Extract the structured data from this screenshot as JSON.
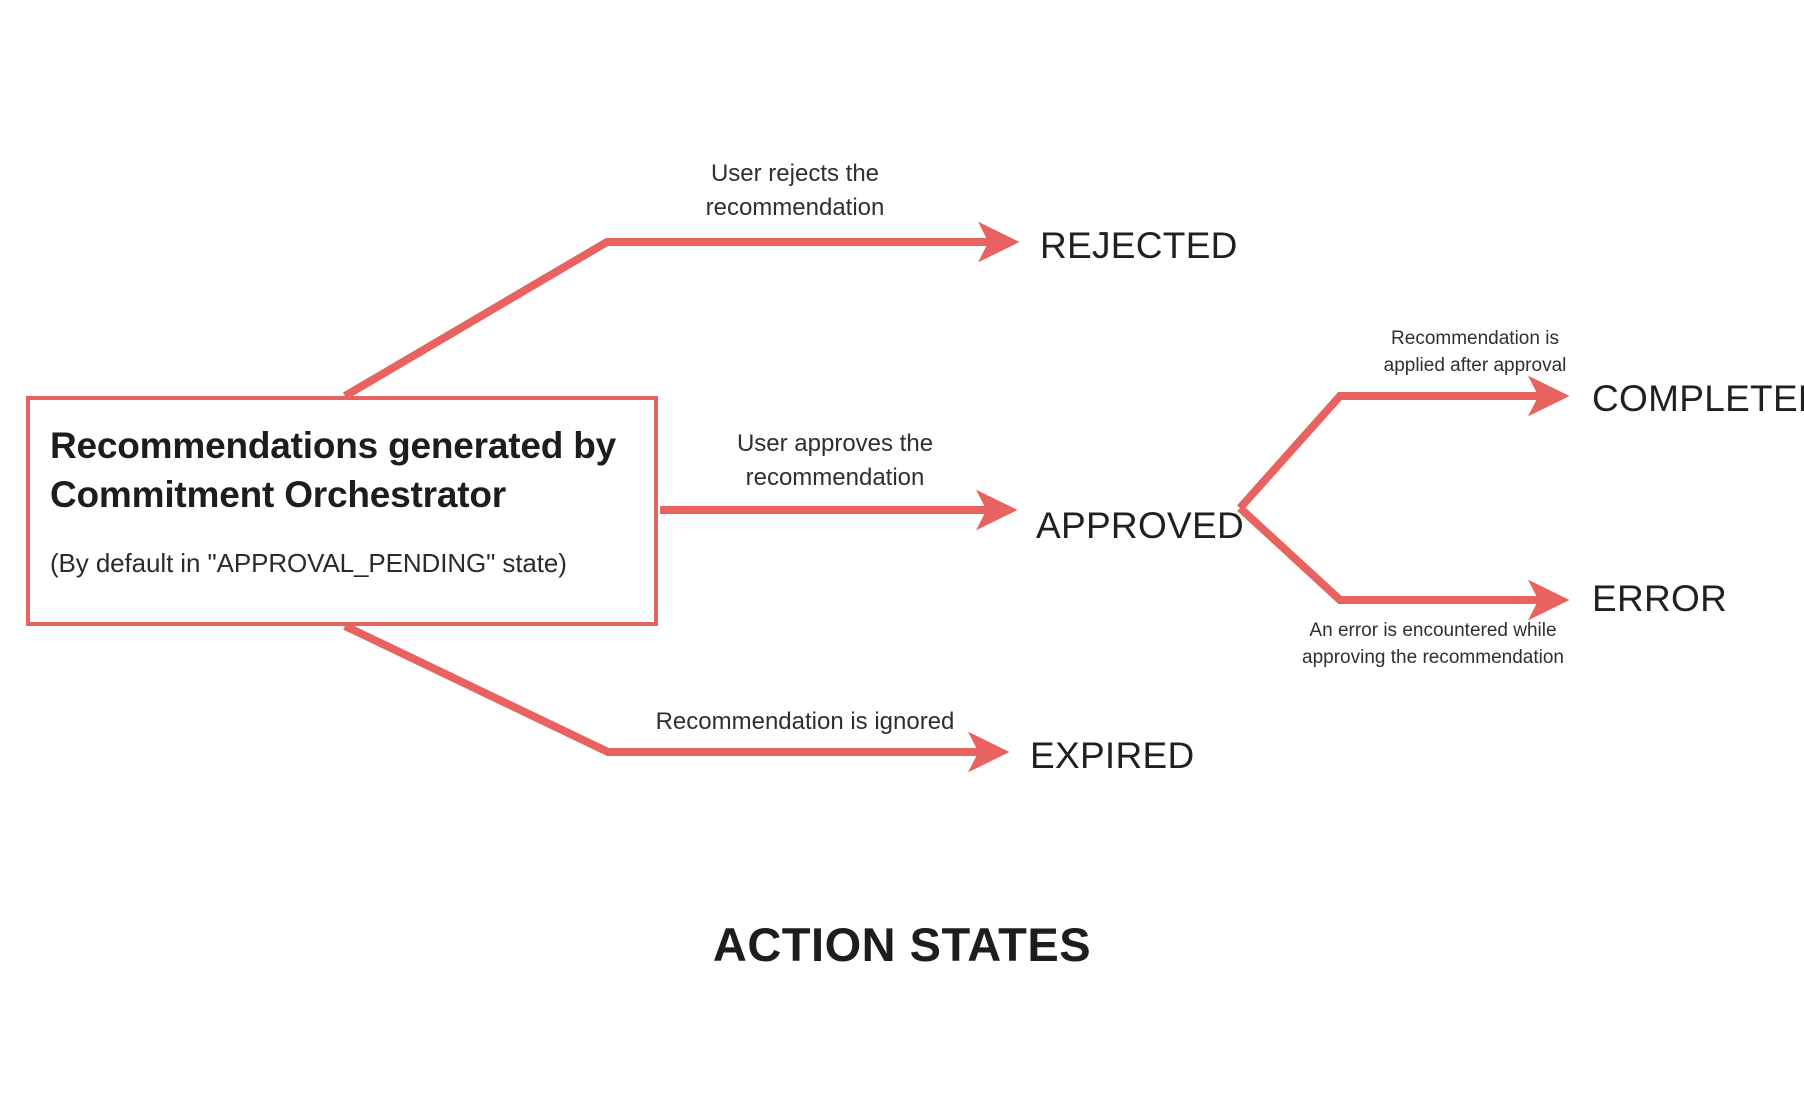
{
  "diagram": {
    "caption": "ACTION STATES",
    "accent_color": "#e8635f",
    "text_color": "#231f20",
    "background_color": "#ffffff",
    "source": {
      "title": "Recommendations generated by Commitment Orchestrator",
      "subtitle": "(By default in \"APPROVAL_PENDING\" state)"
    },
    "states": {
      "rejected": "REJECTED",
      "approved": "APPROVED",
      "completed": "COMPLETED",
      "expired": "EXPIRED",
      "error": "ERROR"
    },
    "transitions": {
      "to_rejected": "User rejects the\nrecommendation",
      "to_approved": "User approves the\nrecommendation",
      "to_expired": "Recommendation is ignored",
      "to_completed": "Recommendation is\napplied after approval",
      "to_error": "An error is encountered while\napproving the recommendation"
    }
  }
}
